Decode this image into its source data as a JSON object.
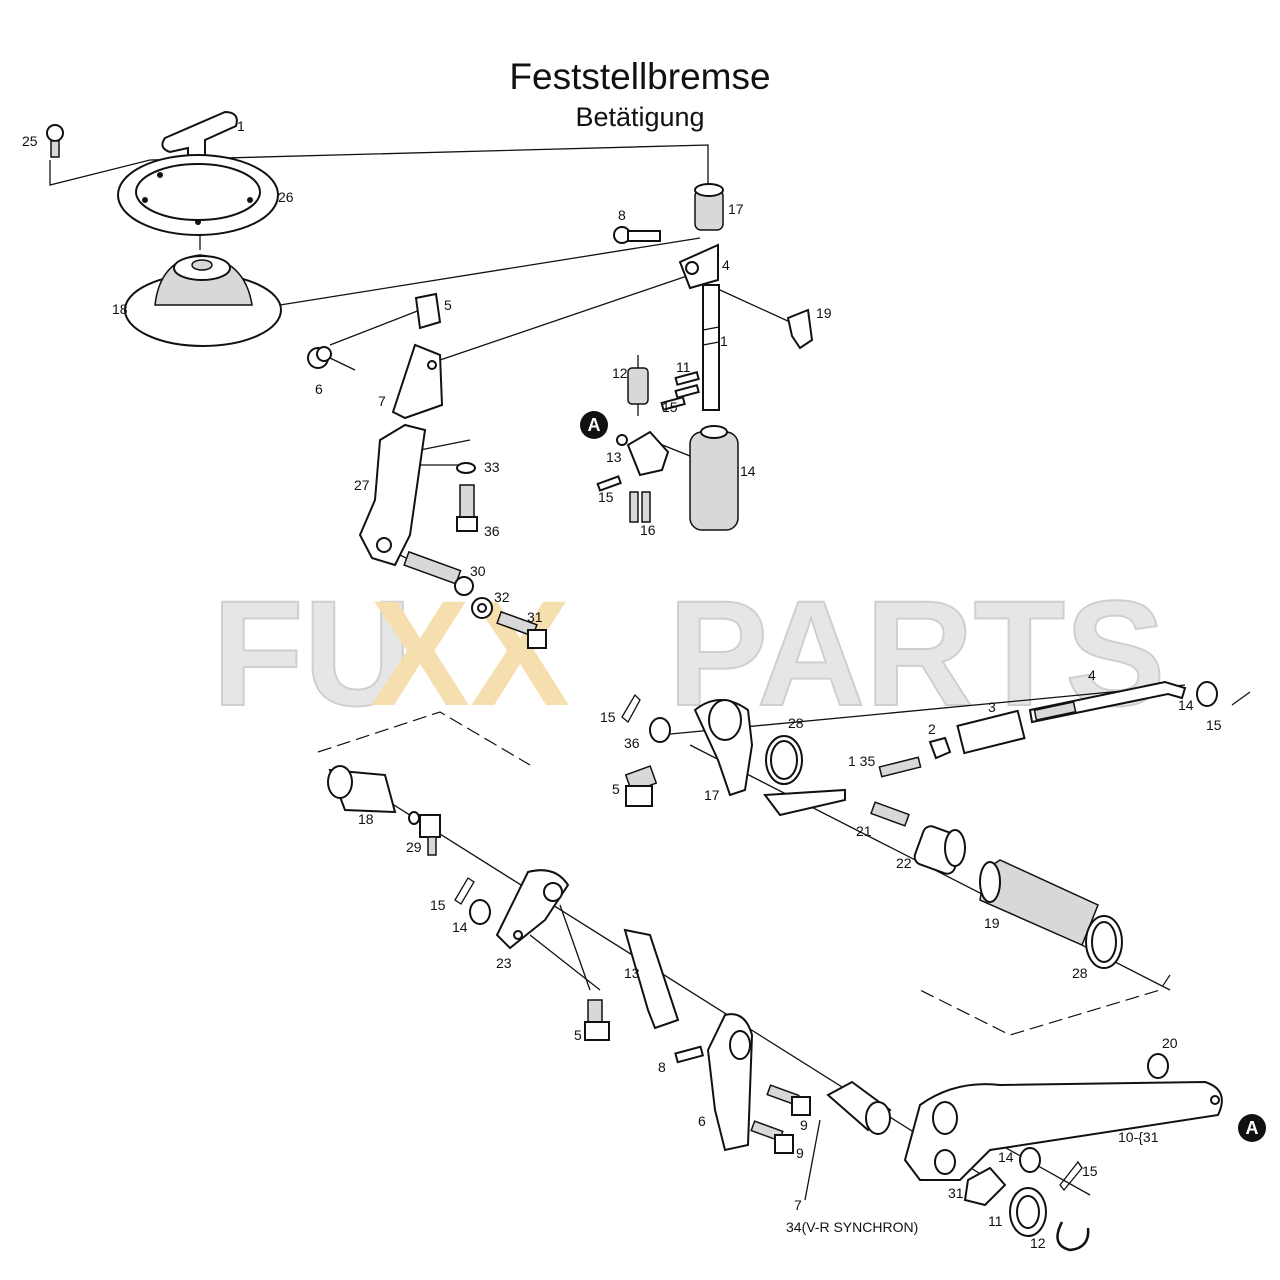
{
  "header": {
    "title": "Feststellbremse",
    "subtitle": "Betätigung"
  },
  "watermark": {
    "part1": "FU",
    "part2": "XX",
    "part3": "PARTS",
    "color_main": "#e8e8e8",
    "color_accent": "#f5deb0"
  },
  "callouts": {
    "ref_mark": "A",
    "upper_assembly": [
      "25",
      "1",
      "26",
      "18",
      "17",
      "8",
      "4",
      "19",
      "5",
      "6",
      "7",
      "1",
      "12",
      "11",
      "15",
      "13",
      "14",
      "15",
      "16",
      "27",
      "33",
      "36",
      "30",
      "32",
      "31"
    ],
    "lower_assembly": [
      "4",
      "14",
      "15",
      "3",
      "2",
      "1 35",
      "28",
      "15",
      "36",
      "5",
      "17",
      "21",
      "22",
      "19",
      "28",
      "18",
      "29",
      "15",
      "14",
      "23",
      "13",
      "5",
      "8",
      "6",
      "9",
      "9",
      "7",
      "34(V-R SYNCHRON)",
      "20",
      "10-{31",
      "14",
      "15",
      "31",
      "11",
      "12"
    ]
  }
}
